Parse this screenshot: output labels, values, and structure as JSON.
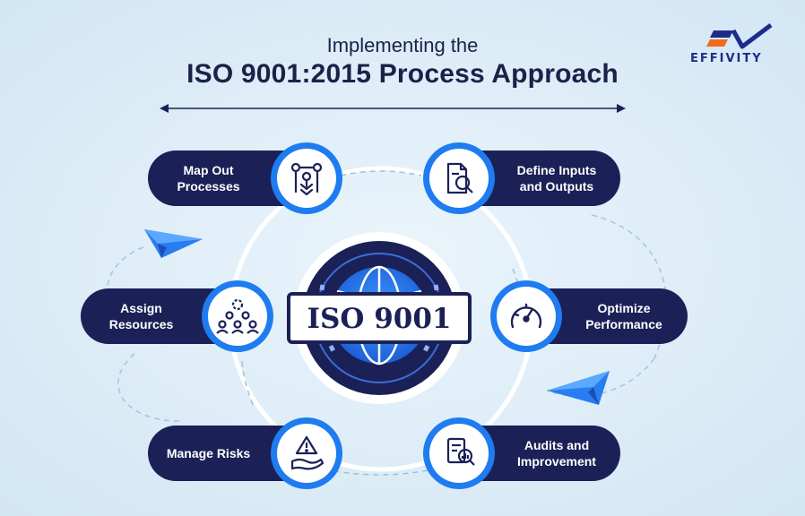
{
  "header": {
    "subtitle": "Implementing the",
    "title": "ISO 9001:2015 Process Approach"
  },
  "brand": {
    "logo_text": "EFFIVITY",
    "colors": {
      "navy": "#1b2157",
      "blue": "#1e7cf0",
      "light_blue": "#3a98ff",
      "orange": "#f26a1b"
    }
  },
  "center_badge": {
    "label": "ISO 9001"
  },
  "steps": [
    {
      "lines": [
        "Map Out",
        "Processes"
      ],
      "icon": "process-flow-icon"
    },
    {
      "lines": [
        "Define Inputs",
        "and Outputs"
      ],
      "icon": "document-search-icon"
    },
    {
      "lines": [
        "Assign",
        "Resources"
      ],
      "icon": "team-gear-icon"
    },
    {
      "lines": [
        "Optimize",
        "Performance"
      ],
      "icon": "speedometer-icon"
    },
    {
      "lines": [
        "Manage Risks"
      ],
      "icon": "risk-warning-hand-icon"
    },
    {
      "lines": [
        "Audits and",
        "Improvement"
      ],
      "icon": "audit-report-icon"
    }
  ]
}
